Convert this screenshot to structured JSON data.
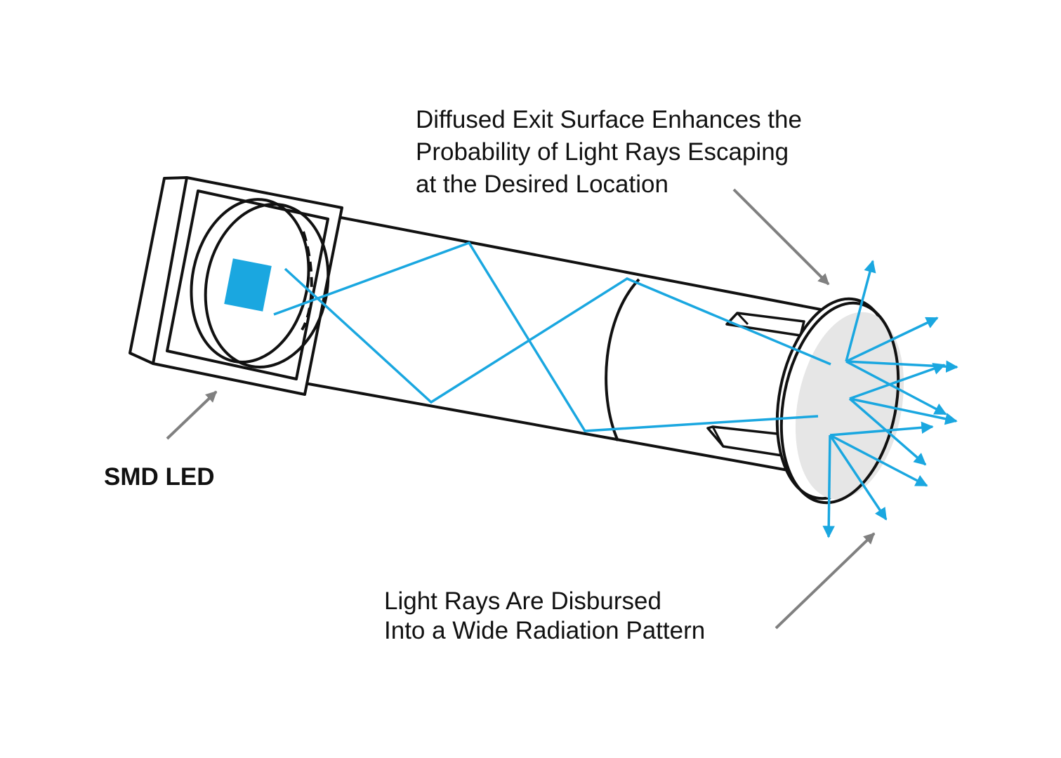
{
  "labels": {
    "smd_led": "SMD LED",
    "exit_surface": [
      "Diffused Exit Surface Enhances the",
      "Probability of Light Rays Escaping",
      "at the Desired Location"
    ],
    "radiation": [
      "Light Rays Are Disbursed",
      "Into a Wide Radiation Pattern"
    ]
  },
  "colors": {
    "outline": "#111111",
    "light_ray": "#1aa7e0",
    "pointer_arrow": "#808080",
    "exit_surface_fill": "#e6e6e6",
    "background": "#ffffff"
  }
}
